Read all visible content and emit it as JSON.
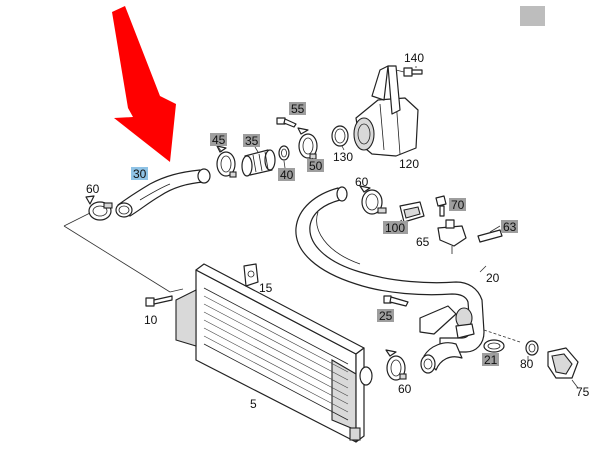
{
  "colors": {
    "arrow": "#ff0000",
    "tag_gray": "#9e9e9e",
    "tag_highlight": "#8fc3e6",
    "corner_square": "#bdbdbd"
  },
  "icons": {
    "pointer": "red-arrow-icon"
  },
  "diagram": {
    "labels": {
      "p5": "5",
      "p10": "10",
      "p15": "15",
      "p20": "20",
      "p21": "21",
      "p25": "25",
      "p30": "30",
      "p35": "35",
      "p40": "40",
      "p45": "45",
      "p50": "50",
      "p55": "55",
      "p60a": "60",
      "p60b": "60",
      "p60c": "60",
      "p63": "63",
      "p65": "65",
      "p70": "70",
      "p75": "75",
      "p80": "80",
      "p100": "100",
      "p120": "120",
      "p130": "130",
      "p140": "140"
    }
  }
}
